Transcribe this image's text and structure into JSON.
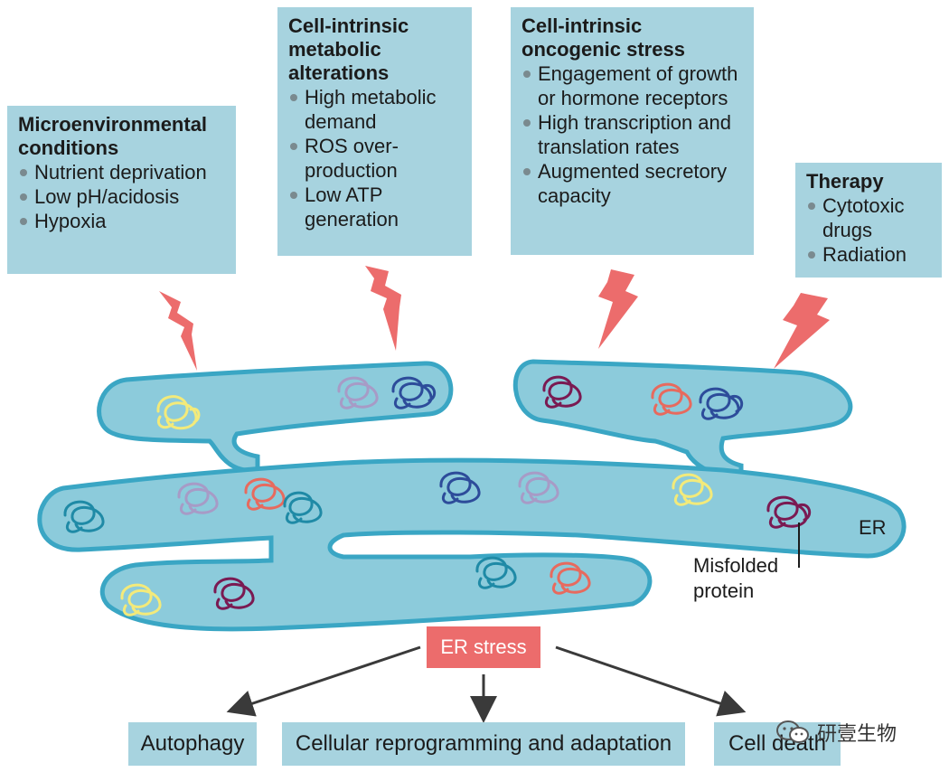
{
  "boxes": {
    "microenvironment": {
      "title": "Microenvironmental conditions",
      "items": [
        "Nutrient deprivation",
        "Low pH/acidosis",
        "Hypoxia"
      ]
    },
    "metabolic": {
      "title": "Cell-intrinsic metabolic alterations",
      "items": [
        "High metabolic demand",
        "ROS over-production",
        "Low ATP generation"
      ]
    },
    "oncogenic": {
      "title": "Cell-intrinsic oncogenic stress",
      "items": [
        "Engagement of growth or hormone receptors",
        "High transcription and translation rates",
        "Augmented secretory capacity"
      ]
    },
    "therapy": {
      "title": "Therapy",
      "items": [
        "Cytotoxic drugs",
        "Radiation"
      ]
    }
  },
  "er_label": "ER",
  "misfolded_label": "Misfolded protein",
  "stress_label": "ER stress",
  "outcomes": {
    "autophagy": "Autophagy",
    "reprogramming": "Cellular reprogramming and adaptation",
    "death": "Cell death"
  },
  "watermark": "研壹生物",
  "colors": {
    "box_fill": "#a7d3df",
    "er_fill": "#8ccbdb",
    "er_outline": "#3aa6c4",
    "bolt": "#ec6c6c",
    "stress_fill": "#ec6c6c",
    "protein_yellow": "#f3ea7a",
    "protein_lavender": "#a79bc6",
    "protein_navy": "#2d4c9a",
    "protein_salmon": "#e76a5e",
    "protein_plum": "#7a1a52",
    "protein_teal": "#1f8aa6"
  }
}
